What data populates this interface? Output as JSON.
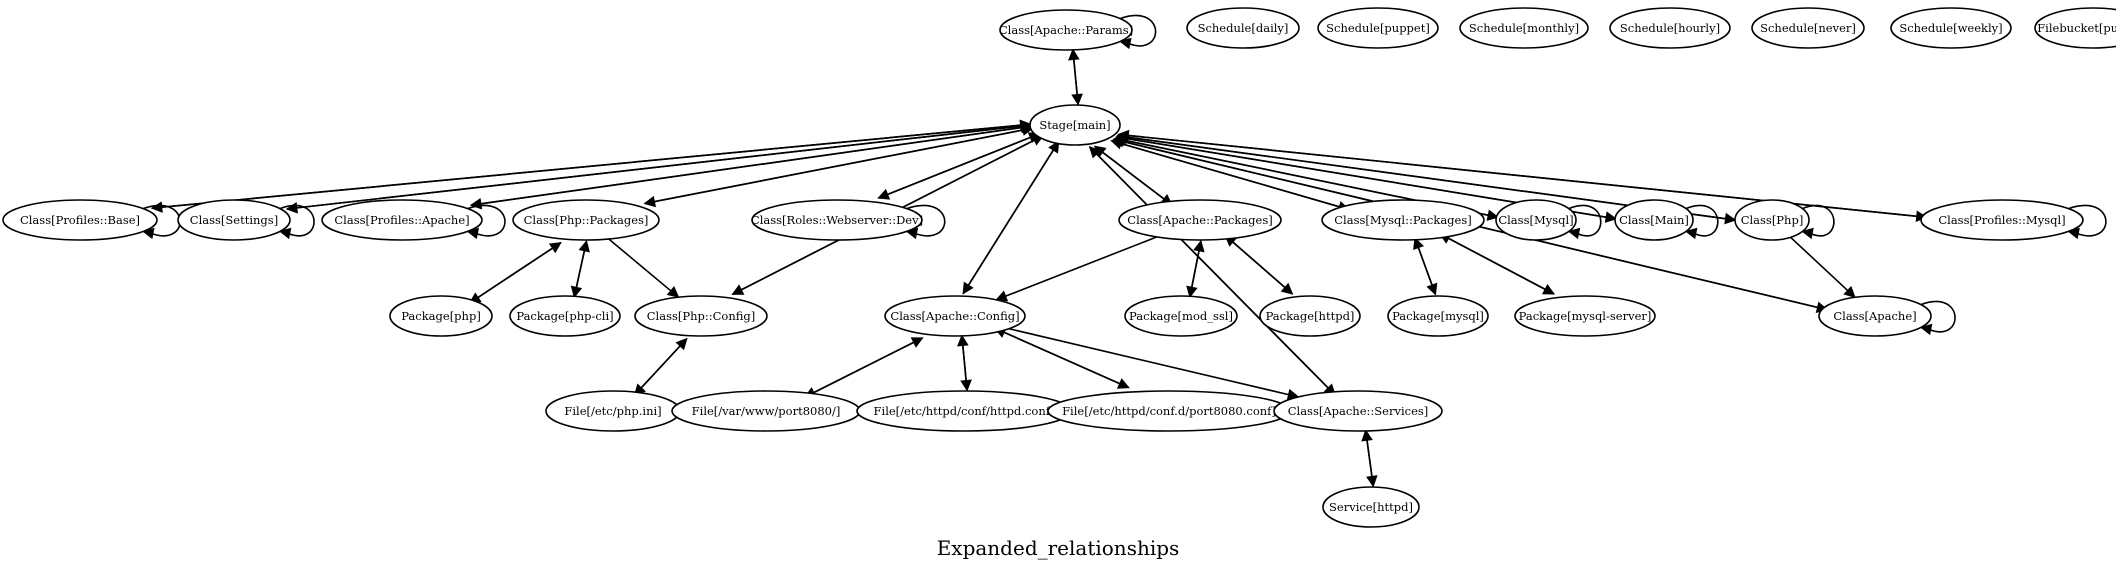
{
  "graph": {
    "title": "Expanded_relationships",
    "nodes": [
      {
        "id": "apache_params",
        "label": "Class[Apache::Params]"
      },
      {
        "id": "sched_daily",
        "label": "Schedule[daily]"
      },
      {
        "id": "sched_puppet",
        "label": "Schedule[puppet]"
      },
      {
        "id": "sched_monthly",
        "label": "Schedule[monthly]"
      },
      {
        "id": "sched_hourly",
        "label": "Schedule[hourly]"
      },
      {
        "id": "sched_never",
        "label": "Schedule[never]"
      },
      {
        "id": "sched_weekly",
        "label": "Schedule[weekly]"
      },
      {
        "id": "filebucket",
        "label": "Filebucket[puppet]"
      },
      {
        "id": "stage_main",
        "label": "Stage[main]"
      },
      {
        "id": "profiles_base",
        "label": "Class[Profiles::Base]"
      },
      {
        "id": "settings",
        "label": "Class[Settings]"
      },
      {
        "id": "profiles_apache",
        "label": "Class[Profiles::Apache]"
      },
      {
        "id": "php_packages",
        "label": "Class[Php::Packages]"
      },
      {
        "id": "roles_webserver",
        "label": "Class[Roles::Webserver::Dev]"
      },
      {
        "id": "apache_packages",
        "label": "Class[Apache::Packages]"
      },
      {
        "id": "mysql_packages",
        "label": "Class[Mysql::Packages]"
      },
      {
        "id": "mysql",
        "label": "Class[Mysql]"
      },
      {
        "id": "main",
        "label": "Class[Main]"
      },
      {
        "id": "php",
        "label": "Class[Php]"
      },
      {
        "id": "profiles_mysql",
        "label": "Class[Profiles::Mysql]"
      },
      {
        "id": "pkg_php",
        "label": "Package[php]"
      },
      {
        "id": "pkg_php_cli",
        "label": "Package[php-cli]"
      },
      {
        "id": "php_config",
        "label": "Class[Php::Config]"
      },
      {
        "id": "apache_config",
        "label": "Class[Apache::Config]"
      },
      {
        "id": "pkg_mod_ssl",
        "label": "Package[mod_ssl]"
      },
      {
        "id": "pkg_httpd",
        "label": "Package[httpd]"
      },
      {
        "id": "pkg_mysql",
        "label": "Package[mysql]"
      },
      {
        "id": "pkg_mysql_server",
        "label": "Package[mysql-server]"
      },
      {
        "id": "apache",
        "label": "Class[Apache]"
      },
      {
        "id": "file_php_ini",
        "label": "File[/etc/php.ini]"
      },
      {
        "id": "file_www",
        "label": "File[/var/www/port8080/]"
      },
      {
        "id": "file_httpd_conf",
        "label": "File[/etc/httpd/conf/httpd.conf]"
      },
      {
        "id": "file_port_conf",
        "label": "File[/etc/httpd/conf.d/port8080.conf]"
      },
      {
        "id": "apache_services",
        "label": "Class[Apache::Services]"
      },
      {
        "id": "svc_httpd",
        "label": "Service[httpd]"
      }
    ],
    "edges": [
      {
        "from": "apache_params",
        "to": "stage_main"
      },
      {
        "from": "stage_main",
        "to": "apache_params"
      },
      {
        "from": "profiles_base",
        "to": "stage_main"
      },
      {
        "from": "stage_main",
        "to": "profiles_base"
      },
      {
        "from": "settings",
        "to": "stage_main"
      },
      {
        "from": "stage_main",
        "to": "settings"
      },
      {
        "from": "profiles_apache",
        "to": "stage_main"
      },
      {
        "from": "stage_main",
        "to": "profiles_apache"
      },
      {
        "from": "php_packages",
        "to": "stage_main"
      },
      {
        "from": "stage_main",
        "to": "php_packages"
      },
      {
        "from": "php_config",
        "to": "stage_main"
      },
      {
        "from": "stage_main",
        "to": "php_config"
      },
      {
        "from": "roles_webserver",
        "to": "stage_main"
      },
      {
        "from": "stage_main",
        "to": "roles_webserver"
      },
      {
        "from": "apache_config",
        "to": "stage_main"
      },
      {
        "from": "stage_main",
        "to": "apache_config"
      },
      {
        "from": "apache_services",
        "to": "stage_main"
      },
      {
        "from": "stage_main",
        "to": "apache_services"
      },
      {
        "from": "apache_packages",
        "to": "stage_main"
      },
      {
        "from": "stage_main",
        "to": "apache_packages"
      },
      {
        "from": "mysql_packages",
        "to": "stage_main"
      },
      {
        "from": "stage_main",
        "to": "mysql_packages"
      },
      {
        "from": "mysql",
        "to": "stage_main"
      },
      {
        "from": "stage_main",
        "to": "mysql"
      },
      {
        "from": "main",
        "to": "stage_main"
      },
      {
        "from": "stage_main",
        "to": "main"
      },
      {
        "from": "php",
        "to": "stage_main"
      },
      {
        "from": "stage_main",
        "to": "php"
      },
      {
        "from": "apache",
        "to": "stage_main"
      },
      {
        "from": "stage_main",
        "to": "apache"
      },
      {
        "from": "profiles_mysql",
        "to": "stage_main"
      },
      {
        "from": "stage_main",
        "to": "profiles_mysql"
      },
      {
        "from": "apache_params",
        "to": "apache_params"
      },
      {
        "from": "profiles_base",
        "to": "profiles_base"
      },
      {
        "from": "settings",
        "to": "settings"
      },
      {
        "from": "profiles_apache",
        "to": "profiles_apache"
      },
      {
        "from": "roles_webserver",
        "to": "roles_webserver"
      },
      {
        "from": "mysql",
        "to": "mysql"
      },
      {
        "from": "main",
        "to": "main"
      },
      {
        "from": "php",
        "to": "php"
      },
      {
        "from": "profiles_mysql",
        "to": "profiles_mysql"
      },
      {
        "from": "apache",
        "to": "apache"
      },
      {
        "from": "php_packages",
        "to": "pkg_php"
      },
      {
        "from": "pkg_php",
        "to": "php_packages"
      },
      {
        "from": "php_packages",
        "to": "pkg_php_cli"
      },
      {
        "from": "pkg_php_cli",
        "to": "php_packages"
      },
      {
        "from": "php_packages",
        "to": "php_config"
      },
      {
        "from": "php_config",
        "to": "file_php_ini"
      },
      {
        "from": "file_php_ini",
        "to": "php_config"
      },
      {
        "from": "apache_packages",
        "to": "apache_config"
      },
      {
        "from": "apache_packages",
        "to": "pkg_mod_ssl"
      },
      {
        "from": "pkg_mod_ssl",
        "to": "apache_packages"
      },
      {
        "from": "apache_packages",
        "to": "pkg_httpd"
      },
      {
        "from": "pkg_httpd",
        "to": "apache_packages"
      },
      {
        "from": "mysql_packages",
        "to": "pkg_mysql"
      },
      {
        "from": "pkg_mysql",
        "to": "mysql_packages"
      },
      {
        "from": "mysql_packages",
        "to": "pkg_mysql_server"
      },
      {
        "from": "pkg_mysql_server",
        "to": "mysql_packages"
      },
      {
        "from": "php",
        "to": "apache"
      },
      {
        "from": "apache_config",
        "to": "file_www"
      },
      {
        "from": "file_www",
        "to": "apache_config"
      },
      {
        "from": "apache_config",
        "to": "file_httpd_conf"
      },
      {
        "from": "file_httpd_conf",
        "to": "apache_config"
      },
      {
        "from": "apache_config",
        "to": "file_port_conf"
      },
      {
        "from": "file_port_conf",
        "to": "apache_config"
      },
      {
        "from": "apache_config",
        "to": "apache_services"
      },
      {
        "from": "apache_services",
        "to": "svc_httpd"
      },
      {
        "from": "svc_httpd",
        "to": "apache_services"
      }
    ]
  }
}
